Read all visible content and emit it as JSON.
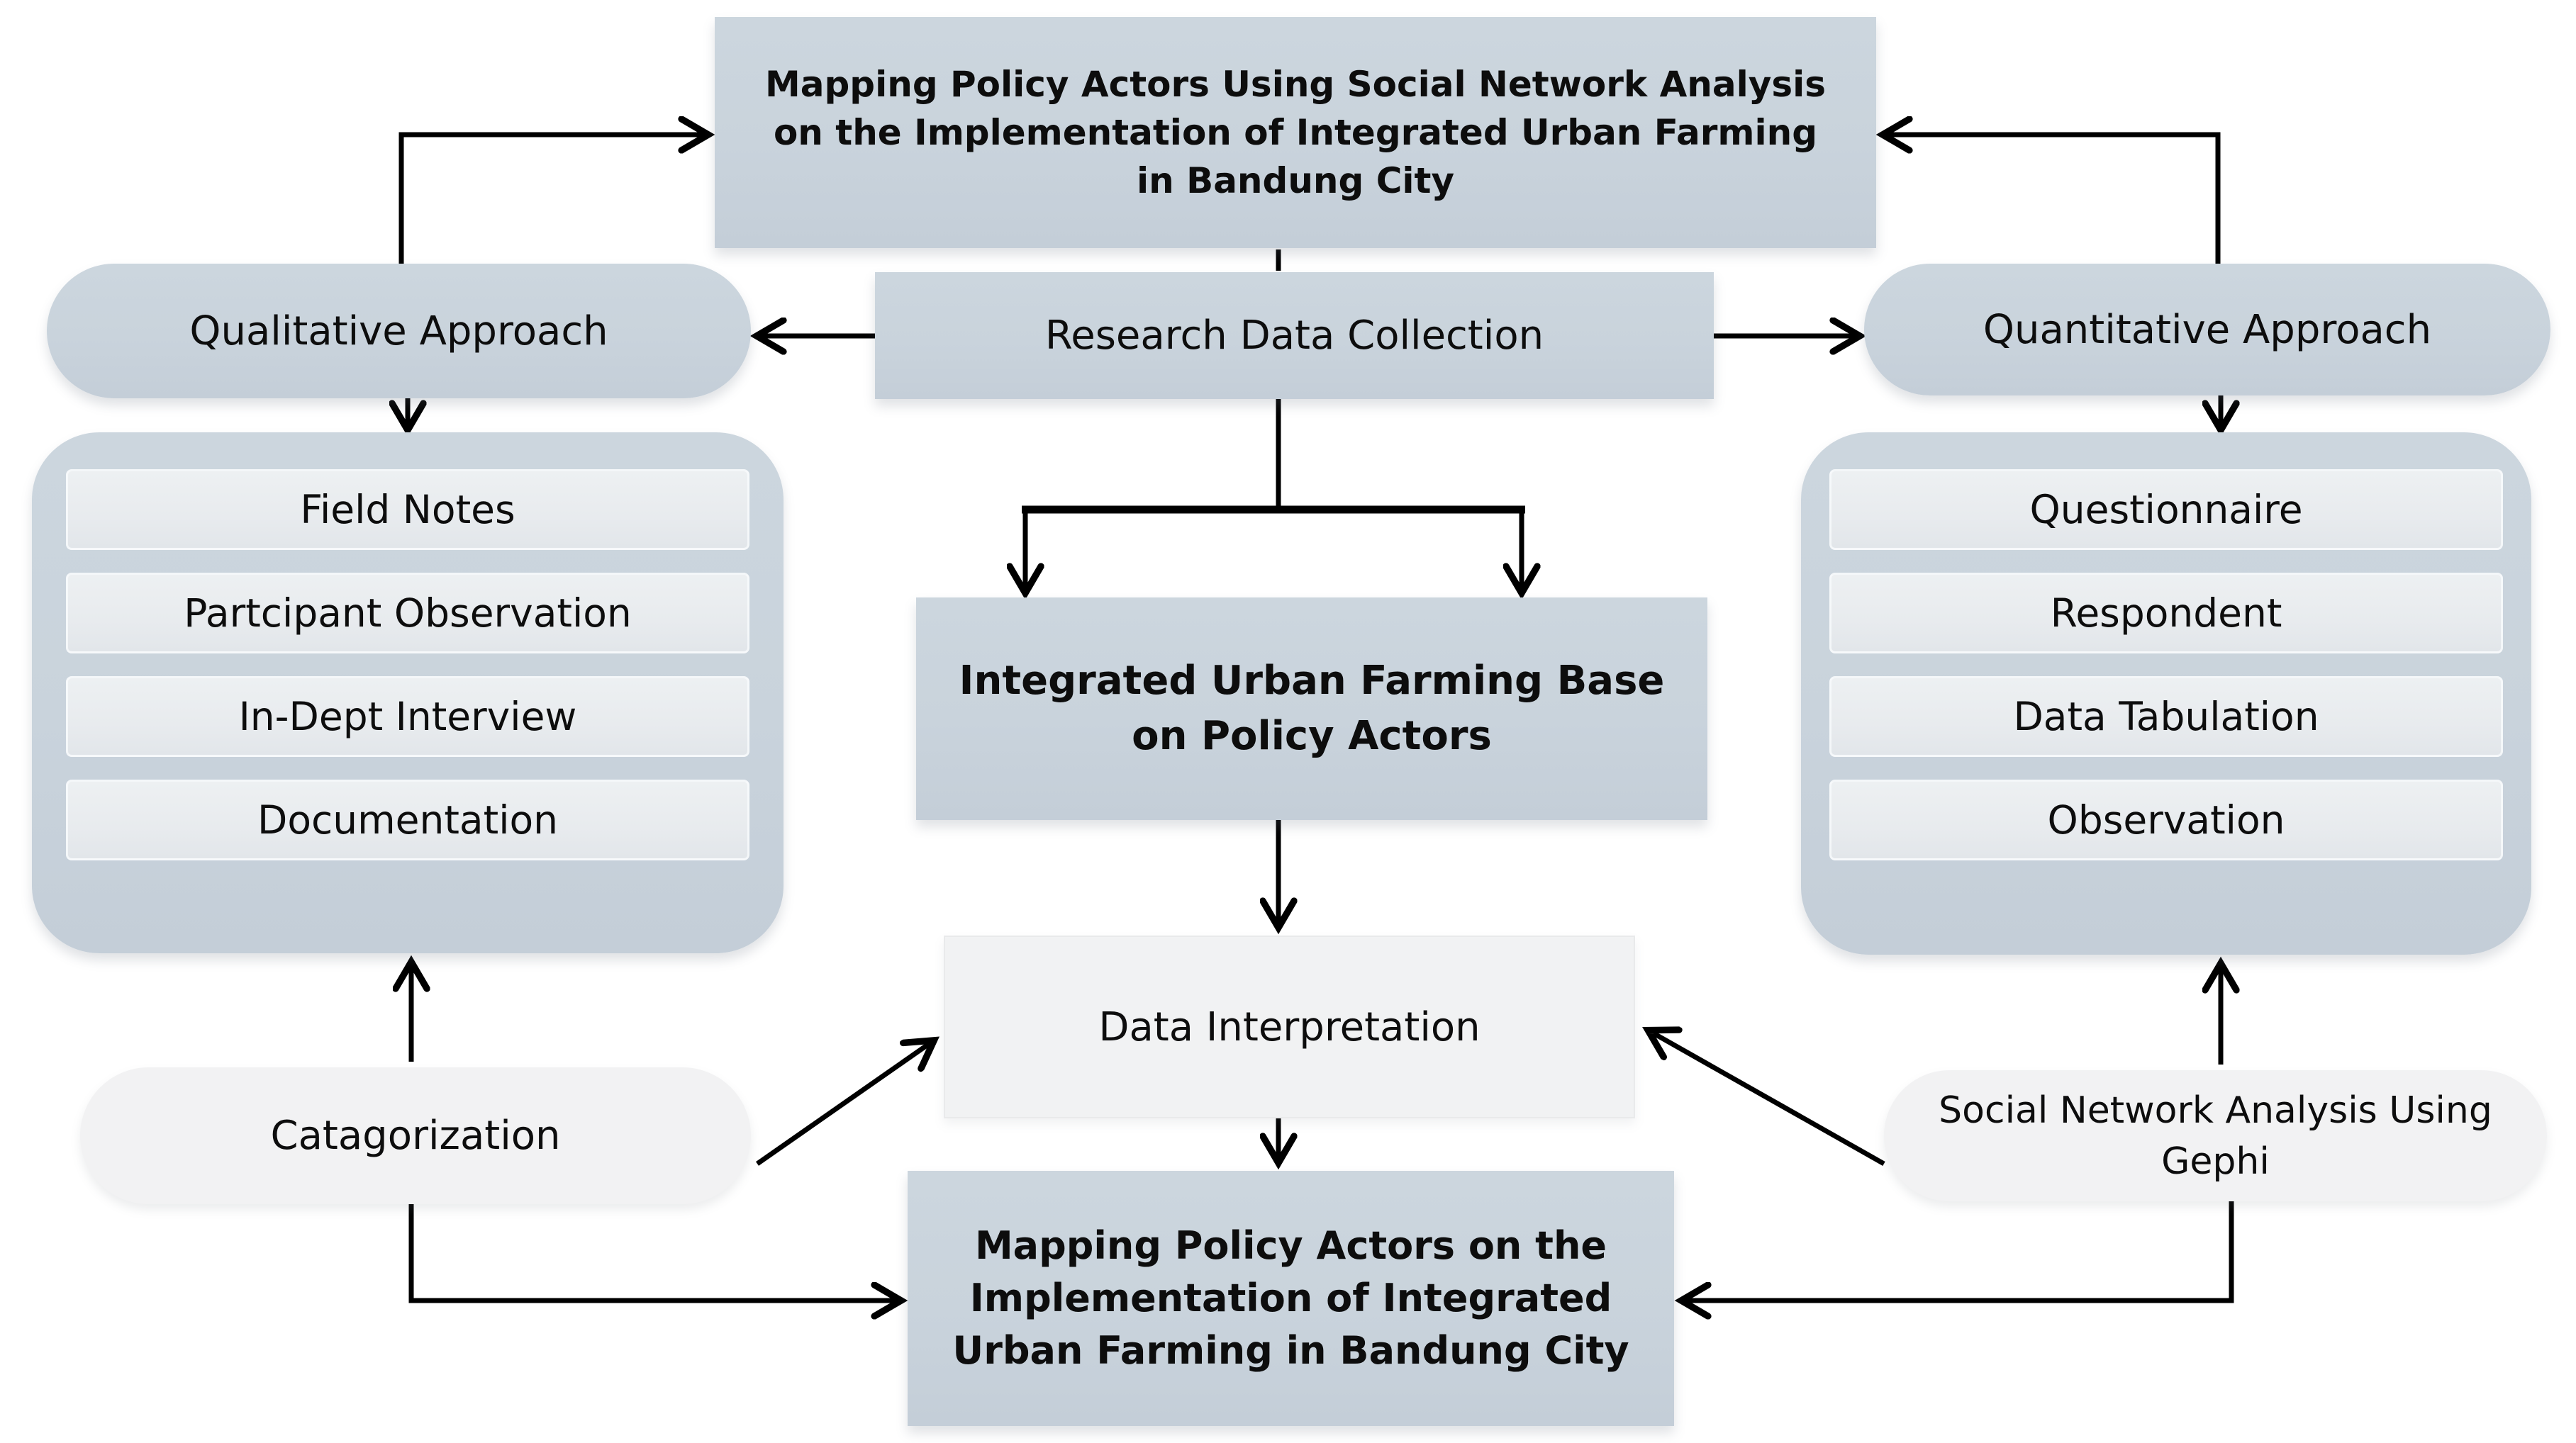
{
  "diagram": {
    "colors": {
      "node_blue": "#c9d3dc",
      "node_item_gray": "#e8ebee",
      "node_light_gray": "#f2f2f3",
      "arrow_black": "#000000",
      "background": "#ffffff",
      "text": "#0d0d0d"
    },
    "nodes": {
      "title": {
        "lines": [
          "Mapping Policy Actors Using Social Network Analysis",
          "on the Implementation of Integrated Urban Farming",
          "in Bandung City"
        ]
      },
      "research_data_collection": {
        "label": "Research Data Collection"
      },
      "qualitative_approach": {
        "label": "Qualitative Approach"
      },
      "quantitative_approach": {
        "label": "Quantitative Approach"
      },
      "qualitative_items": [
        "Field Notes",
        "Partcipant Observation",
        "In-Dept Interview",
        "Documentation"
      ],
      "quantitative_items": [
        "Questionnaire",
        "Respondent",
        "Data Tabulation",
        "Observation"
      ],
      "integrated_urban_farming": {
        "lines": [
          "Integrated Urban Farming Base",
          "on Policy Actors"
        ]
      },
      "data_interpretation": {
        "label": "Data Interpretation"
      },
      "catagorization": {
        "label": "Catagorization"
      },
      "social_network_analysis": {
        "lines": [
          "Social Network Analysis Using",
          "Gephi"
        ]
      },
      "mapping_bottom": {
        "lines": [
          "Mapping Policy Actors on the",
          "Implementation of Integrated",
          "Urban Farming in Bandung City"
        ]
      }
    }
  }
}
